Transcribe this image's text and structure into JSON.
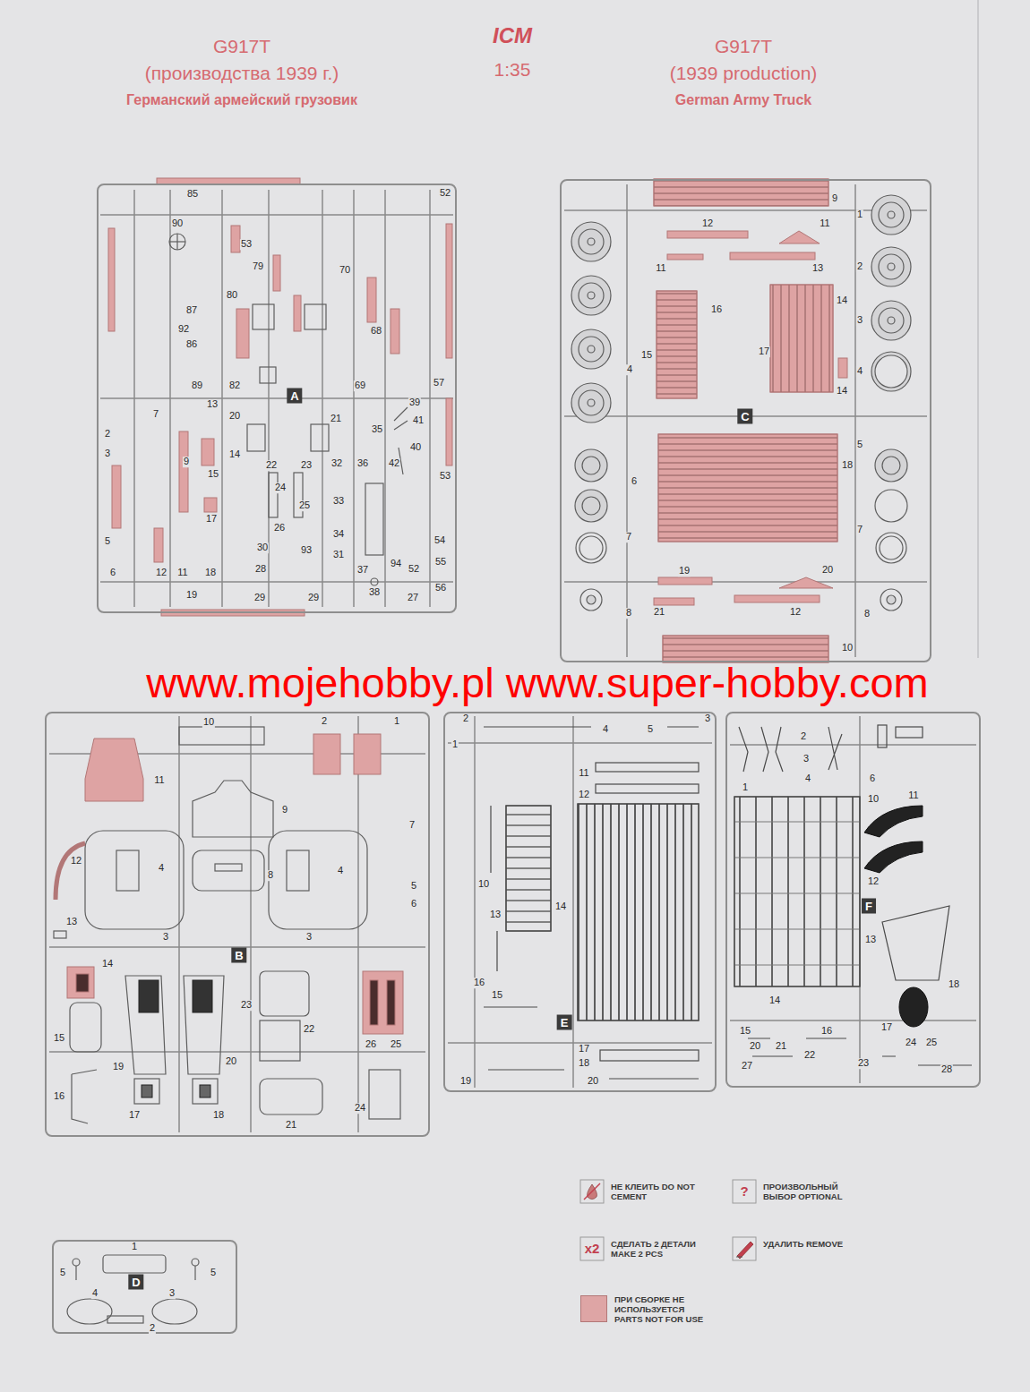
{
  "diagram": {
    "nodes": [
      {
        "text": [
          "A"
        ]
      },
      {
        "text": [
          "C"
        ]
      },
      {
        "text": [
          "B"
        ]
      },
      {
        "text": [
          "E"
        ]
      },
      {
        "text": [
          "F"
        ]
      },
      {
        "text": [
          "D"
        ]
      }
    ],
    "labels": [
      "G917T",
      "(производства 1939 г.)",
      "Германский армейский грузовик",
      "ICM",
      "1:35",
      "G917T",
      "(1939 production)",
      "German Army Truck",
      "www.mojehobby.pl www.super-hobby.com",
      "85",
      "52",
      "90",
      "53",
      "79",
      "80",
      "87",
      "70",
      "92",
      "86",
      "68",
      "89",
      "82",
      "69",
      "57",
      "20",
      "21",
      "35",
      "13",
      "7",
      "2",
      "3",
      "9",
      "15",
      "14",
      "22",
      "23",
      "32",
      "36",
      "39",
      "41",
      "40",
      "42",
      "53",
      "24",
      "25",
      "26",
      "33",
      "17",
      "5",
      "30",
      "93",
      "34",
      "31",
      "94",
      "54",
      "55",
      "6",
      "12",
      "11",
      "18",
      "28",
      "37",
      "52",
      "19",
      "29",
      "29",
      "38",
      "27",
      "56",
      "9",
      "12",
      "11",
      "11",
      "13",
      "1",
      "2",
      "3",
      "4",
      "4",
      "16",
      "15",
      "14",
      "17",
      "14",
      "5",
      "6",
      "18",
      "7",
      "7",
      "19",
      "20",
      "21",
      "12",
      "8",
      "8",
      "10",
      "10",
      "2",
      "1",
      "11",
      "9",
      "7",
      "12",
      "4",
      "4",
      "8",
      "5",
      "6",
      "13",
      "3",
      "3",
      "14",
      "23",
      "15",
      "22",
      "19",
      "20",
      "26",
      "25",
      "16",
      "24",
      "17",
      "18",
      "21",
      "1",
      "5",
      "5",
      "4",
      "3",
      "2",
      "2",
      "3",
      "4",
      "5",
      "1",
      "11",
      "12",
      "10",
      "13",
      "14",
      "16",
      "15",
      "17",
      "18",
      "19",
      "20",
      "2",
      "3",
      "4",
      "1",
      "6",
      "10",
      "11",
      "12",
      "13",
      "14",
      "15",
      "16",
      "17",
      "18",
      "20",
      "21",
      "22",
      "24",
      "25",
      "23",
      "27",
      "28",
      "?",
      "x2"
    ],
    "legend": [
      {
        "text": "НЕ КЛЕИТЬ DO NOT CEMENT"
      },
      {
        "text": "ПРОИЗВОЛЬНЫЙ ВЫБОР OPTIONAL"
      },
      {
        "text": "СДЕЛАТЬ 2 ДЕТАЛИ MAKE 2 PCS"
      },
      {
        "text": "УДАЛИТЬ REMOVE"
      },
      {
        "text": "ПРИ СБОРКЕ НЕ ИСПОЛЬЗУЕТСЯ PARTS NOT FOR USE",
        "color": "#dea5a5"
      }
    ]
  }
}
